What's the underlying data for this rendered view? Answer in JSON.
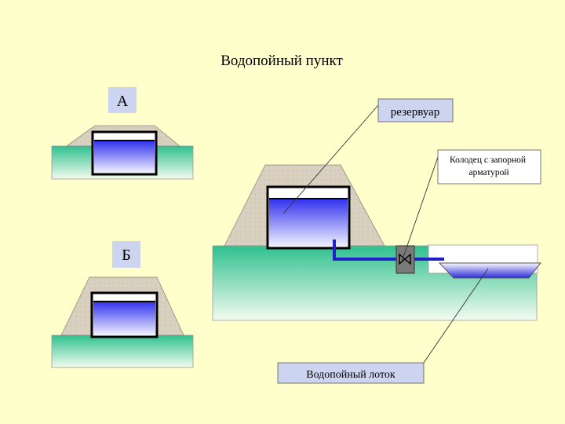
{
  "title": "Водопойный пункт",
  "labels": {
    "variant_a": "А",
    "variant_b": "Б",
    "reservoir": "резервуар",
    "well": "Колодец с запорной арматурой",
    "trough": "Водопойный лоток"
  },
  "colors": {
    "background": "#ffffcc",
    "ground_top": "#2fc08f",
    "ground_bottom": "#f3fbee",
    "embankment": "#d8cfbf",
    "water_top": "#3434ee",
    "water_bottom": "#f2f2ff",
    "tank_border": "#000000",
    "pipe": "#2020c8",
    "label_box": "#ccd4f0",
    "valve_box": "#7a7a7a"
  },
  "icons": {
    "valve": "valve-icon"
  }
}
